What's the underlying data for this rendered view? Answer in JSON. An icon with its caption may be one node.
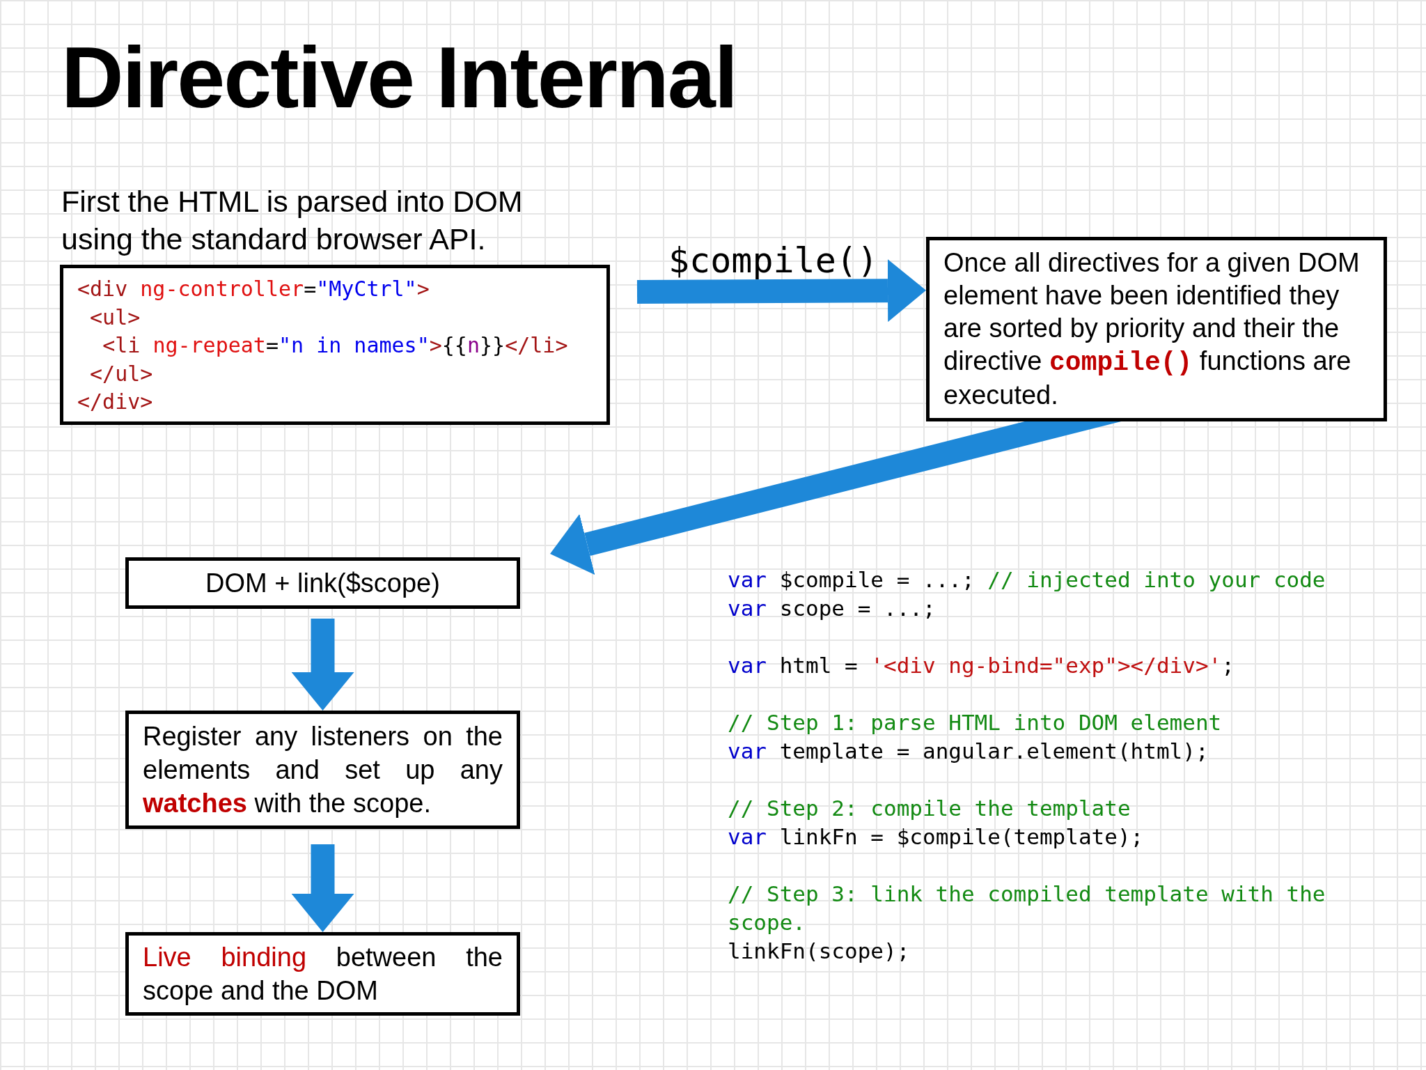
{
  "diagram": {
    "title": "Directive Internal",
    "nodes": [
      {
        "text": [
          "First the HTML is parsed into DOM using the standard browser API.",
          "<div ng-controller=\"MyCtrl\">",
          " <ul>",
          "  <li ng-repeat=\"n in names\">{{n}}</li>",
          " </ul>",
          "</div>"
        ]
      },
      {
        "text": [
          "Once all directives for a given DOM element have been identified they are sorted by priority and their the directive **compile()** functions are executed."
        ]
      },
      {
        "text": [
          "DOM + link($scope)"
        ]
      },
      {
        "text": [
          "Register any listeners on the elements and set up any **watches** with the scope."
        ]
      },
      {
        "text": [
          "**Live binding** between the scope and the DOM"
        ]
      }
    ],
    "edges": [
      {
        "from": 0,
        "to": 1,
        "arrow": "to",
        "label": "$compile()"
      },
      {
        "from": 1,
        "to": 2,
        "arrow": "to"
      },
      {
        "from": 2,
        "to": 3,
        "arrow": "to"
      },
      {
        "from": 3,
        "to": 4,
        "arrow": "to"
      }
    ],
    "labels": [
      "var $compile = ...; // injected into your code",
      "var scope = ...;",
      "var html = '<div ng-bind=\"exp\"></div>';",
      "// Step 1: parse HTML into DOM element",
      "var template = angular.element(html);",
      "// Step 2: compile the template",
      "var linkFn = $compile(template);",
      "// Step 3: link the compiled template with the scope.",
      "linkFn(scope);"
    ]
  }
}
